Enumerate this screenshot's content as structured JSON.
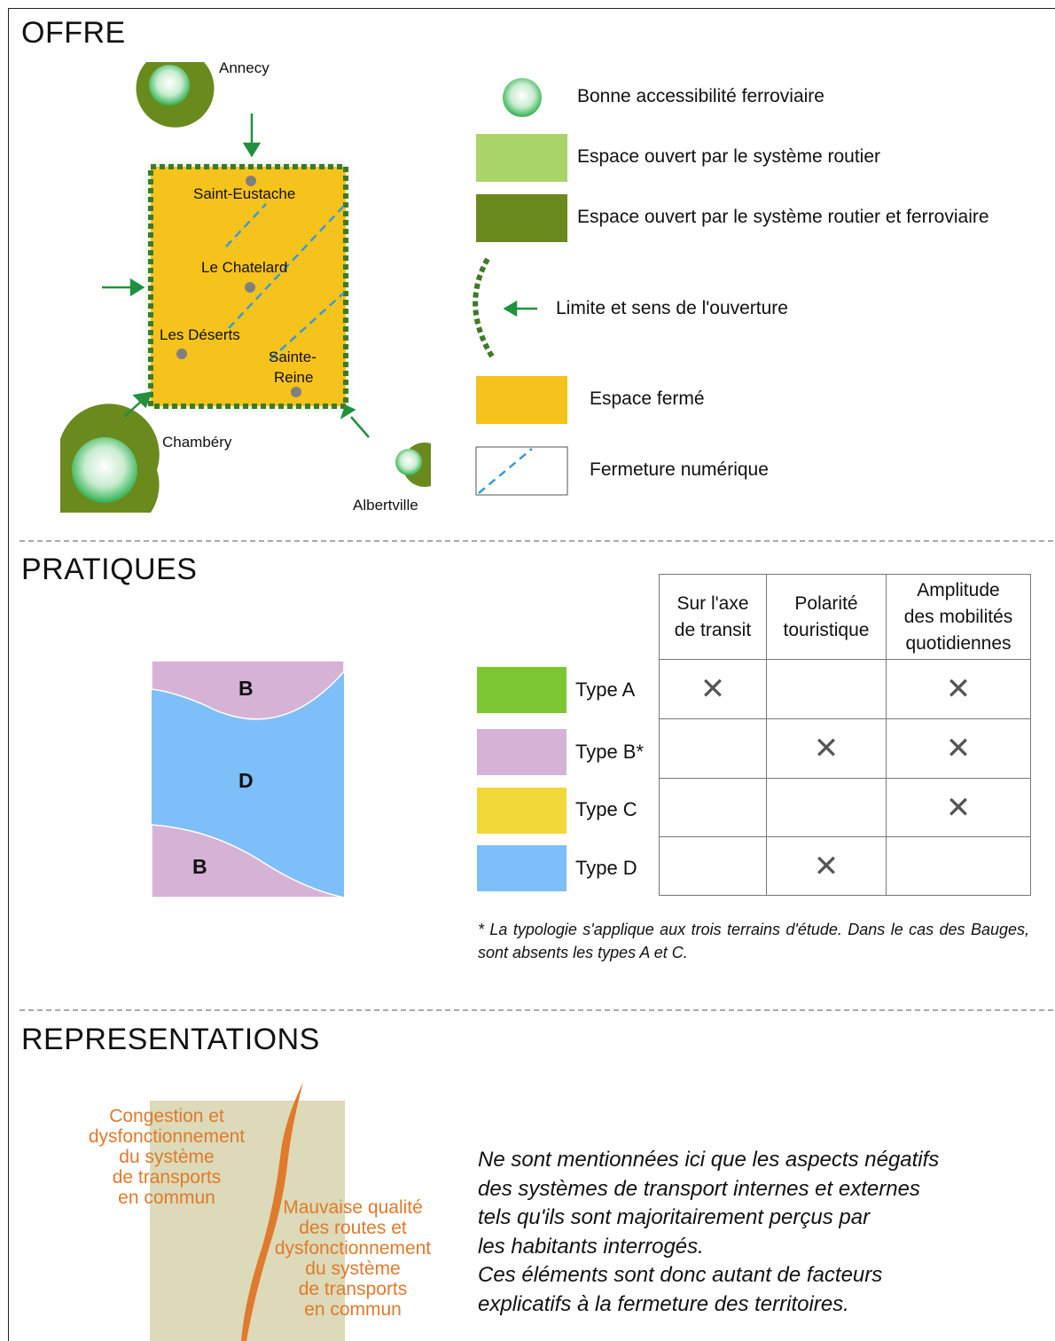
{
  "sections": {
    "offre": "OFFRE",
    "pratiques": "PRATIQUES",
    "representations": "REPRESENTATIONS"
  },
  "map": {
    "cities": {
      "annecy": "Annecy",
      "chambery": "Chambéry",
      "albertville": "Albertville"
    },
    "places": {
      "saint_eustache": "Saint-Eustache",
      "le_chatelard": "Le Chatelard",
      "les_deserts": "Les Déserts",
      "sainte_reine_1": "Sainte-",
      "sainte_reine_2": "Reine"
    },
    "colors": {
      "closed_space": "#f6c21c",
      "rail_road": "#6b8a1e",
      "road": "#a9d46a",
      "rail_node": "#2fb14f",
      "arrow": "#21903d",
      "digital": "#3a9bd8"
    }
  },
  "offre_legend": [
    {
      "icon": "rail-node-icon",
      "text": "Bonne accessibilité ferroviaire"
    },
    {
      "icon": "light-green-swatch",
      "text": "Espace ouvert par le système routier"
    },
    {
      "icon": "dark-green-swatch",
      "text": "Espace ouvert par le système routier et ferroviaire"
    },
    {
      "icon": "opening-limit-icon",
      "text": "Limite et sens de l'ouverture"
    },
    {
      "icon": "orange-swatch",
      "text": "Espace fermé"
    },
    {
      "icon": "digital-line-icon",
      "text": "Fermeture numérique"
    }
  ],
  "pratiques": {
    "zones": {
      "top": "B",
      "middle": "D",
      "bottom": "B"
    },
    "columns": [
      [
        "Sur l'axe",
        "de transit"
      ],
      [
        "Polarité",
        "touristique"
      ],
      [
        "Amplitude",
        "des mobilités",
        "quotidiennes"
      ]
    ],
    "rows": [
      {
        "label": "Type A",
        "color": "#7cc634",
        "marks": [
          true,
          false,
          true
        ]
      },
      {
        "label": "Type B*",
        "color": "#d6b3d6",
        "marks": [
          false,
          true,
          true
        ]
      },
      {
        "label": "Type C",
        "color": "#f3d839",
        "marks": [
          false,
          false,
          true
        ]
      },
      {
        "label": "Type D",
        "color": "#7dbff9",
        "marks": [
          false,
          true,
          false
        ]
      }
    ],
    "mark_symbol": "✕",
    "note": "* La typologie s'applique aux trois terrains d'étude. Dans le cas des Bauges, sont absents les types A et C."
  },
  "representations": {
    "left_text": [
      "Congestion et",
      "dysfonctionnement",
      "du système",
      "de transports",
      "en commun"
    ],
    "right_text": [
      "Mauvaise qualité",
      "des routes et",
      "dysfonctionnement",
      "du système",
      "de transports",
      "en commun"
    ],
    "paragraph": [
      "Ne sont mentionnées ici que les aspects négatifs",
      "des systèmes de transport internes et externes",
      "tels qu'ils sont majoritairement perçus par",
      "les habitants interrogés.",
      "Ces éléments sont donc autant de facteurs",
      "explicatifs à la fermeture des territoires."
    ]
  }
}
